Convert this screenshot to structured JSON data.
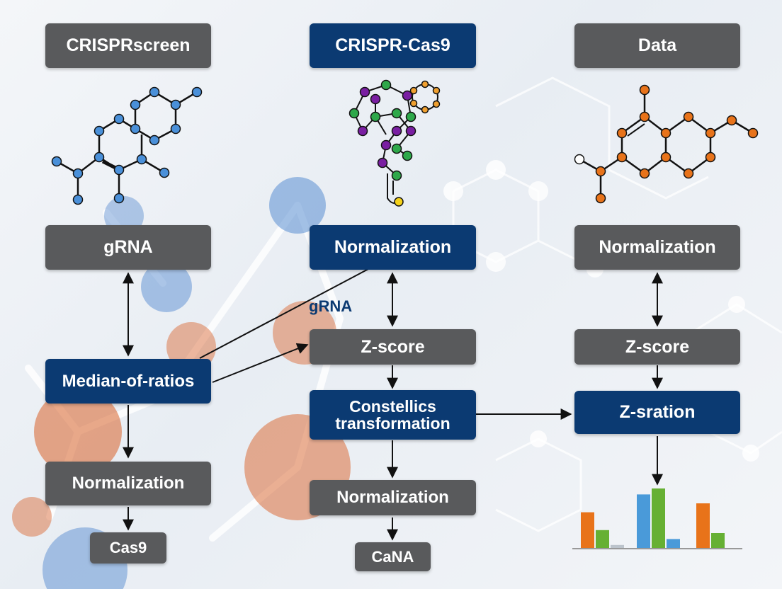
{
  "boxes": {
    "crisprscreen": "CRISPRscreen",
    "crispr_cas9": "CRISPR-Cas9",
    "data": "Data",
    "grna": "gRNA",
    "norm_center": "Normalization",
    "norm_right": "Normalization",
    "zscore_center": "Z-score",
    "zscore_right": "Z-score",
    "median_of_ratios": "Median-of-ratios",
    "constellics_line1": "Constellics",
    "constellics_line2": "transformation",
    "zsration": "Z-sration",
    "norm_left_bottom": "Normalization",
    "norm_center_bottom": "Normalization",
    "cas9": "Cas9",
    "cana": "CaNA"
  },
  "edge_label_grna": "gRNA",
  "colors": {
    "box_gray": "#595a5c",
    "box_navy": "#0b3a72",
    "mol_blue": "#4a90d9",
    "mol_green": "#2ea84a",
    "mol_purple": "#7a1fa2",
    "mol_orange": "#e8731a",
    "mol_yellow": "#f5d21a",
    "bar_orange": "#e8731a",
    "bar_green": "#66b033",
    "bar_blue": "#4a9ad9"
  },
  "bar_groups": [
    {
      "values": [
        0.6,
        0.3,
        0.05
      ],
      "colors": [
        "orange",
        "green",
        "gray"
      ]
    },
    {
      "values": [
        0.9,
        1.0,
        0.15
      ],
      "colors": [
        "blue",
        "green",
        "blue"
      ]
    },
    {
      "values": [
        0.75,
        0.25
      ],
      "colors": [
        "orange",
        "green"
      ]
    }
  ]
}
